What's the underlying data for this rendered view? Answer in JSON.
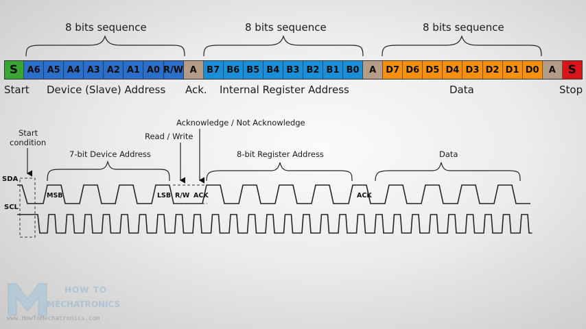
{
  "top_diagram": {
    "brace_labels": [
      "8 bits sequence",
      "8 bits sequence",
      "8 bits sequence"
    ],
    "cells": [
      {
        "label": "S",
        "kind": "start"
      },
      {
        "label": "A6",
        "kind": "dev"
      },
      {
        "label": "A5",
        "kind": "dev"
      },
      {
        "label": "A4",
        "kind": "dev"
      },
      {
        "label": "A3",
        "kind": "dev"
      },
      {
        "label": "A2",
        "kind": "dev"
      },
      {
        "label": "A1",
        "kind": "dev"
      },
      {
        "label": "A0",
        "kind": "dev"
      },
      {
        "label": "R/W",
        "kind": "dev"
      },
      {
        "label": "A",
        "kind": "ack"
      },
      {
        "label": "B7",
        "kind": "reg"
      },
      {
        "label": "B6",
        "kind": "reg"
      },
      {
        "label": "B5",
        "kind": "reg"
      },
      {
        "label": "B4",
        "kind": "reg"
      },
      {
        "label": "B3",
        "kind": "reg"
      },
      {
        "label": "B2",
        "kind": "reg"
      },
      {
        "label": "B1",
        "kind": "reg"
      },
      {
        "label": "B0",
        "kind": "reg"
      },
      {
        "label": "A",
        "kind": "ack"
      },
      {
        "label": "D7",
        "kind": "data"
      },
      {
        "label": "D6",
        "kind": "data"
      },
      {
        "label": "D5",
        "kind": "data"
      },
      {
        "label": "D4",
        "kind": "data"
      },
      {
        "label": "D3",
        "kind": "data"
      },
      {
        "label": "D2",
        "kind": "data"
      },
      {
        "label": "D1",
        "kind": "data"
      },
      {
        "label": "D0",
        "kind": "data"
      },
      {
        "label": "A",
        "kind": "ack"
      },
      {
        "label": "S",
        "kind": "stop"
      }
    ],
    "under_labels": {
      "start": "Start",
      "device_address": "Device (Slave) Address",
      "ack": "Ack.",
      "register_address": "Internal Register Address",
      "data": "Data",
      "stop": "Stop"
    },
    "colors": {
      "start": "#3aa635",
      "device": "#2c6fcb",
      "register": "#1a8fd8",
      "data": "#f7900f",
      "ack": "#b59c86",
      "stop": "#d9151b"
    }
  },
  "timing_diagram": {
    "signals": {
      "sda": "SDA",
      "scl": "SCL"
    },
    "annotations": {
      "start_condition_line1": "Start",
      "start_condition_line2": "condition",
      "read_write": "Read / Write",
      "ack_nack": "Acknowledge / Not Acknowledge",
      "device_address": "7-bit Device Address",
      "register_address": "8-bit Register Address",
      "data": "Data"
    },
    "bit_tags": {
      "msb": "MSB",
      "lsb": "LSB",
      "rw": "R/W",
      "ack1": "ACK",
      "ack2": "ACK"
    }
  },
  "watermark": {
    "logo_line1": "HOW TO",
    "logo_line2": "MECHATRONICS",
    "url": "www.HowToMechatronics.com"
  }
}
